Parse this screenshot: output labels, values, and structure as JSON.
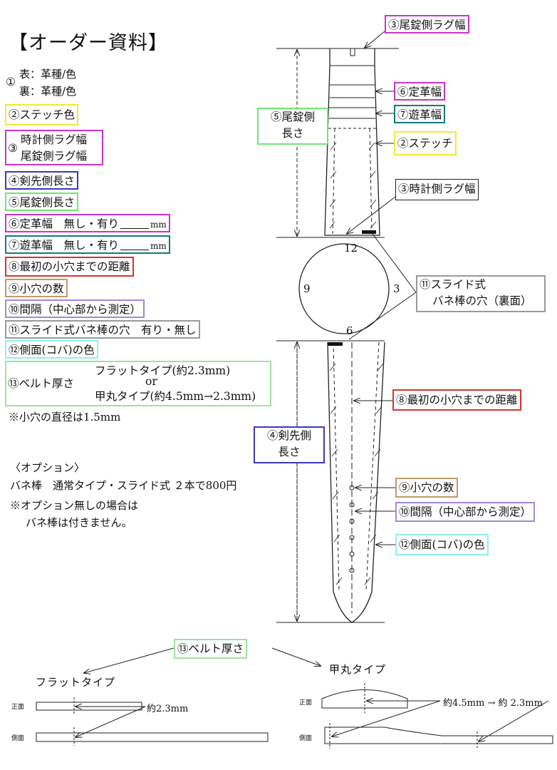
{
  "title": "【オーダー資料】",
  "left_list": {
    "item1_num": "①",
    "item1_line1": "表：革種/色",
    "item1_line2": "裏：革種/色",
    "item2": "②ステッチ色",
    "item3_num": "③",
    "item3_line1": "時計側ラグ幅",
    "item3_line2": "尾錠側ラグ幅",
    "item4": "④剣先側長さ",
    "item5": "⑤尾錠側長さ",
    "item6_label": "⑥定革幅　無し・有り",
    "item6_unit": "mm",
    "item7_label": "⑦遊革幅　無し・有り",
    "item7_unit": "mm",
    "item8": "⑧最初の小穴までの距離",
    "item9": "⑨小穴の数",
    "item10": "⑩間隔（中心部から測定）",
    "item11": "⑪スライド式バネ棒の穴　有り・無し",
    "item12": "⑫側面(コバ)の色",
    "item13_label": "⑬ベルト厚さ",
    "item13_opt1": "フラットタイプ(約2.3mm)",
    "item13_or": "or",
    "item13_opt2": "甲丸タイプ(約4.5mm→2.3mm)"
  },
  "note_hole": "※小穴の直径は1.5mm",
  "options": {
    "heading": "〈オプション〉",
    "line1": "バネ棒　通常タイプ・スライド式 ２本で800円",
    "line2": "※オプション無しの場合は",
    "line3": "バネ棒は付きません。"
  },
  "diagram_labels": {
    "top_lug": "③尾錠側ラグ幅",
    "keeper_fixed": "⑥定革幅",
    "keeper_free": "⑦遊革幅",
    "stitch": "②ステッチ",
    "buckle_len_1": "⑤尾錠側",
    "buckle_len_2": "長さ",
    "watch_lug": "③時計側ラグ幅",
    "slide_1": "⑪スライド式",
    "slide_2": "バネ棒の穴（裏面）",
    "first_hole": "⑧最初の小穴までの距離",
    "tip_len_1": "④剣先側",
    "tip_len_2": "長さ",
    "holes": "⑨小穴の数",
    "interval": "⑩間隔（中心部から測定）",
    "edge": "⑫側面(コバ)の色",
    "dial_12": "12",
    "dial_3": "3",
    "dial_6": "6",
    "dial_9": "9"
  },
  "thickness": {
    "label": "⑬ベルト厚さ",
    "flat_title": "フラットタイプ",
    "round_title": "甲丸タイプ",
    "front": "正面",
    "side": "側面",
    "flat_value": "約2.3mm",
    "round_value": "約4.5mm → 約 2.3mm"
  },
  "colors": {
    "yellow": "#f2e93a",
    "magenta": "#cc33cc",
    "blue": "#3a3ab8",
    "green": "#6de86d",
    "teal": "#157a7a",
    "red": "#d9332b",
    "tan": "#c29a6a",
    "lavender": "#a488d6",
    "gray": "#9a9a9a",
    "cyan": "#8ff0f0"
  }
}
